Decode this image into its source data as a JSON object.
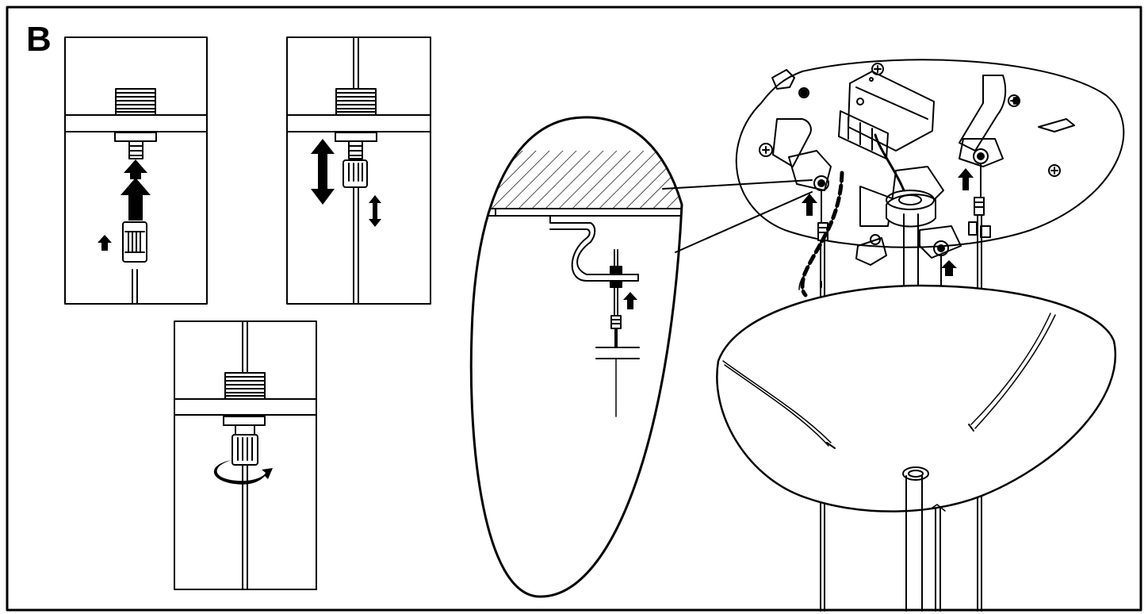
{
  "step": {
    "letter": "B"
  },
  "colors": {
    "ink": "#000000",
    "paper": "#ffffff",
    "hatch": "#000000"
  },
  "panels": [
    {
      "name": "panel-sleeve-push-up",
      "icon": "up-arrow-icon"
    },
    {
      "name": "panel-sleeve-slide",
      "icon": "double-arrow-icon"
    },
    {
      "name": "panel-sleeve-twist",
      "icon": "rotate-arrow-icon"
    }
  ],
  "detail": {
    "name": "ceiling-bracket-detail",
    "icon": "up-arrow-icon"
  },
  "fixture": {
    "name": "pendant-lamp-assembly",
    "parts": [
      "ceiling-canopy",
      "lamp-shade",
      "suspension-cables",
      "power-cord"
    ]
  }
}
